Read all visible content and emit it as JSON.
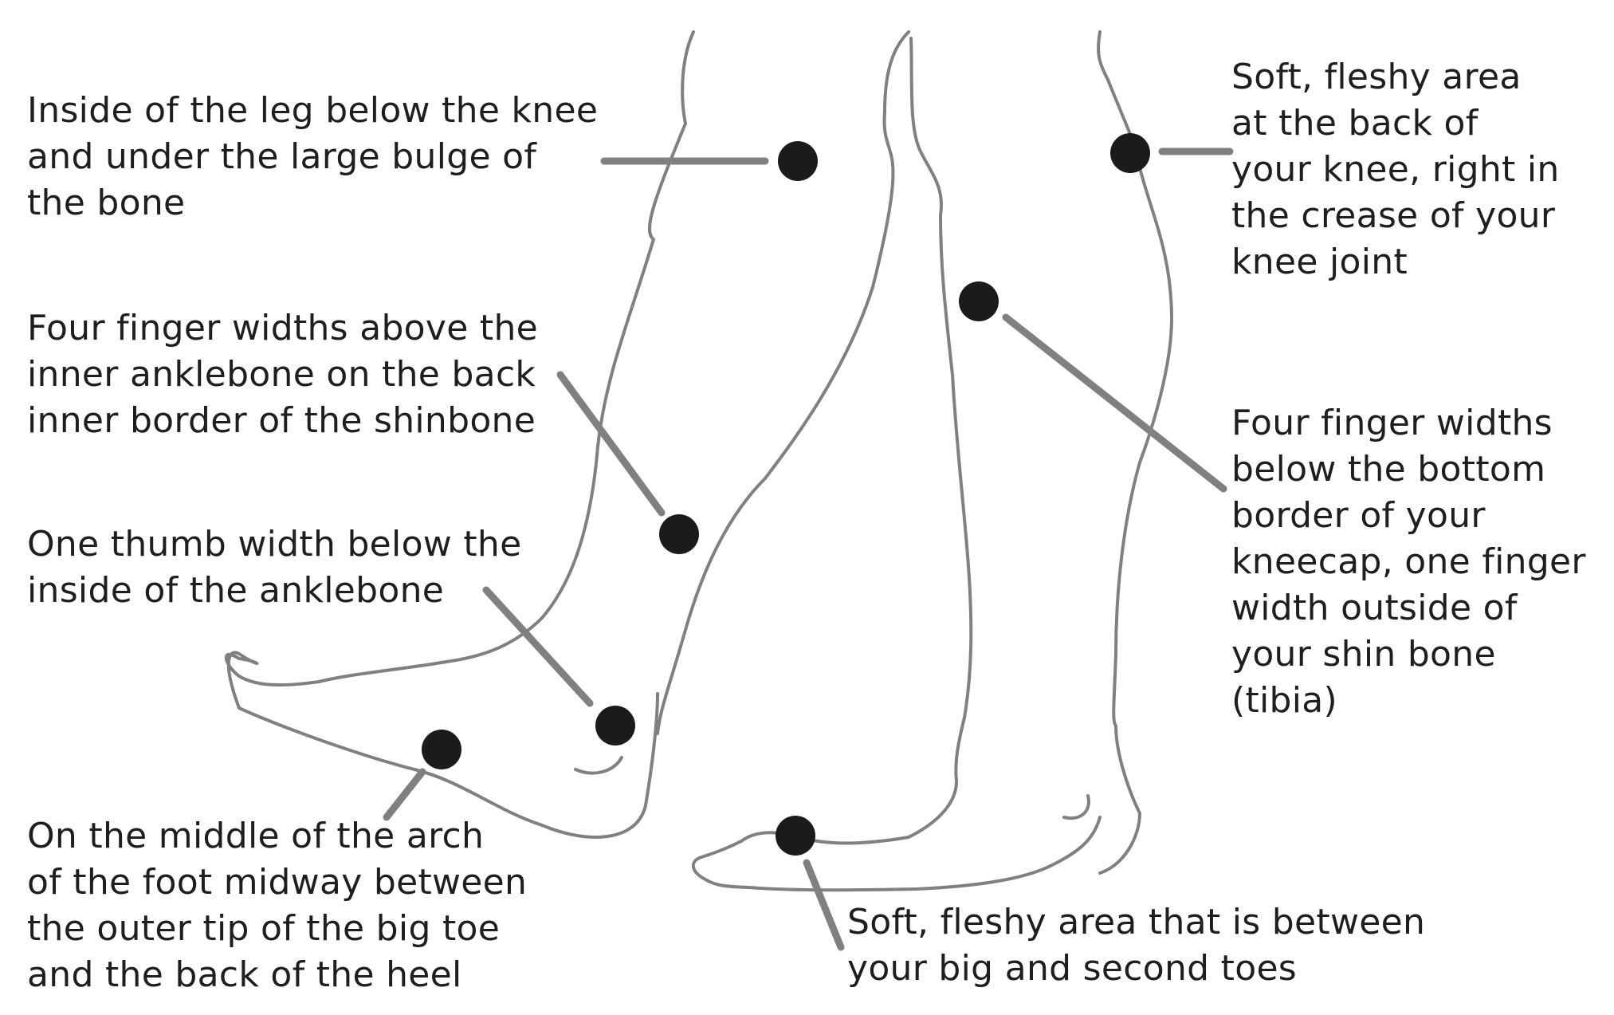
{
  "labels": {
    "knee_inside": {
      "lines": [
        "Inside of the leg below the knee",
        "and under the large bulge of",
        "the bone"
      ]
    },
    "ankle_above": {
      "lines": [
        "Four finger widths above the",
        "inner anklebone on the back",
        "inner border of the shinbone"
      ]
    },
    "ankle_below": {
      "lines": [
        "One thumb width below the",
        "inside of the anklebone"
      ]
    },
    "arch": {
      "lines": [
        "On the middle of the arch",
        "of the foot midway between",
        "the outer tip of the big toe",
        "and the back of the heel"
      ]
    },
    "knee_back": {
      "lines": [
        "Soft, fleshy area",
        "at the back of",
        "your knee, right in",
        "the crease of your",
        "knee joint"
      ]
    },
    "kneecap_below": {
      "lines": [
        "Four finger widths",
        "below the bottom",
        "border of your",
        "kneecap, one finger",
        "width outside of",
        "your shin bone",
        "(tibia)"
      ]
    },
    "toes": {
      "lines": [
        "Soft, fleshy area that is between",
        "your big and second toes"
      ]
    }
  },
  "colors": {
    "outline": "#808080",
    "leader": "#808080",
    "point": "#1b1b1b",
    "text": "#1e1e1e",
    "background": "#ffffff"
  }
}
